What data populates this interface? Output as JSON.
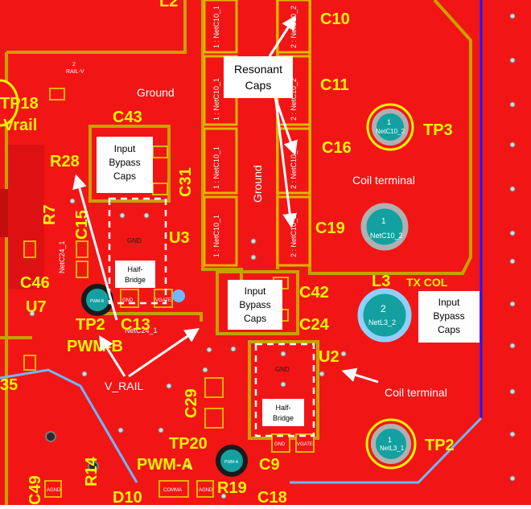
{
  "colors": {
    "copper": "#f21515",
    "copper_dark": "#c40e0e",
    "outline": "#c8a000",
    "silk": "#f4f400",
    "pad": "#e0b400",
    "trace": "#6fb8ff",
    "board_edge": "#1a1aff",
    "via": "#b0b0b0",
    "tp_ring": "#8fd0ff",
    "tp_center": "#14a0a0"
  },
  "silkscreen": {
    "c10": "C10",
    "c11": "C11",
    "c16": "C16",
    "c19": "C19",
    "c43": "C43",
    "c31": "C31",
    "c15": "C15",
    "c46": "C46",
    "c13": "C13",
    "c42": "C42",
    "c24": "C24",
    "c29": "C29",
    "c9": "C9",
    "c18": "C18",
    "c49": "C49",
    "r28": "R28",
    "r7": "R7",
    "r14": "R14",
    "r19": "R19",
    "u3": "U3",
    "u7": "U7",
    "u2": "U2",
    "tp18": "TP18",
    "tp3": "TP3",
    "tp2_left": "TP2",
    "tp2_right": "TP2",
    "tp20": "TP20",
    "vrail": "Vrail",
    "pwm_b": "PWM-B",
    "pwm_a": "PWM-A",
    "l3": "L3",
    "tx_col": "TX COL",
    "d10": "D10",
    "l2": "L2",
    "n35": "35"
  },
  "copper_labels": {
    "ground_top": "Ground",
    "ground_vertical": "Ground",
    "coil_terminal_top": "Coil terminal",
    "coil_terminal_bottom": "Coil terminal",
    "v_rail": "V_RAIL"
  },
  "callouts": {
    "resonant_caps": "Resonant Caps",
    "input_bypass_left": "Input Bypass Caps",
    "input_bypass_center": "Input Bypass Caps",
    "input_bypass_right": "Input Bypass Caps",
    "half_bridge_left": "Half-Bridge",
    "half_bridge_right": "Half-Bridge"
  },
  "pads": {
    "netc10_1": "1 : NetC10_1",
    "netc10_2": "2 : NetC10_2",
    "gnd": "GND",
    "vgate": "VGATE",
    "rail_v": "2\nRAIL-V",
    "netc24_1": "NetC24_1",
    "netc24_1b": "NetC24_1",
    "pwm_pad": "1\nPWM-B",
    "netc10_2_tp": "NetC10_2",
    "netl3_2": "NetL3_2",
    "netl3_1": "NetL3_1",
    "agnd": "AGND",
    "comma": "COMMA"
  },
  "testpoints": {
    "tp3_num": "1",
    "tp3_net": "NetC10_2",
    "tp_mid_num": "1",
    "tp_mid_net": "NetC10_2",
    "l3_num": "2",
    "l3_net": "NetL3_2",
    "tp2_num": "1",
    "tp2_net": "NetL3_1"
  }
}
